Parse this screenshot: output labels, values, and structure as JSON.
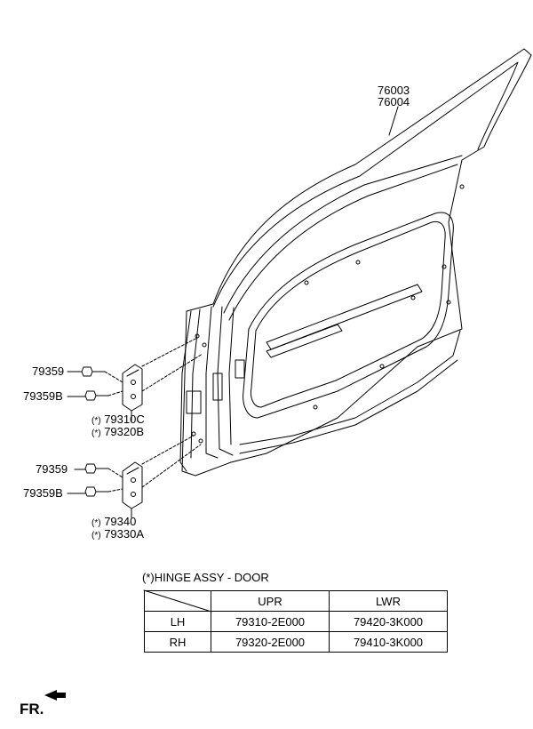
{
  "callouts": {
    "door_panel_1": "76003",
    "door_panel_2": "76004",
    "upper_bolt": "79359",
    "upper_bolt_b": "79359B",
    "upper_hinge_1": "79310C",
    "upper_hinge_2": "79320B",
    "lower_bolt": "79359",
    "lower_bolt_b": "79359B",
    "lower_hinge_1": "79340",
    "lower_hinge_2": "79330A",
    "mark": "(*)"
  },
  "hinge_table": {
    "title": "(*)HINGE ASSY - DOOR",
    "columns": [
      "UPR",
      "LWR"
    ],
    "rows": [
      {
        "side": "LH",
        "upr": "79310-2E000",
        "lwr": "79420-3K000"
      },
      {
        "side": "RH",
        "upr": "79320-2E000",
        "lwr": "79410-3K000"
      }
    ]
  },
  "direction_label": "FR."
}
